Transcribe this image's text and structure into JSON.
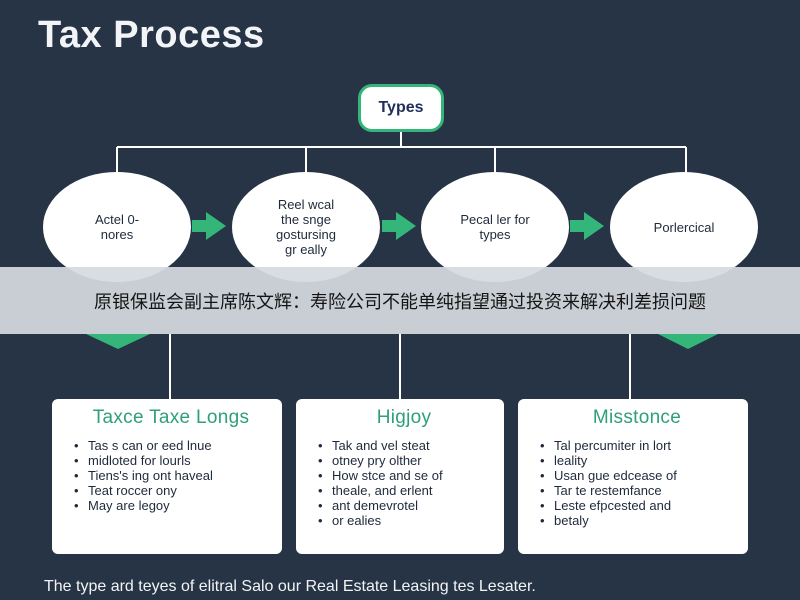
{
  "title": "Tax Process",
  "root_node": {
    "label": "Types"
  },
  "circles": [
    {
      "label": "Actel 0-\nnores"
    },
    {
      "label": "Reel wcal\nthe snge\ngostursing\ngr eally"
    },
    {
      "label": "Pecal ler for\ntypes"
    },
    {
      "label": "Porlercical"
    }
  ],
  "banner": {
    "text": "原银保监会副主席陈文辉：寿险公司不能单纯指望通过投资来解决利差损问题"
  },
  "cards": [
    {
      "title": "Taxce Taxe Longs",
      "items": [
        "Tas s can or eed lnue",
        "midloted for lourls",
        "Tiens's ing ont haveal",
        "Teat roccer ony",
        "May are legoy"
      ]
    },
    {
      "title": "Higjoy",
      "items": [
        "Tak and vel steat",
        "otney pry olther",
        "How stce and se of",
        "theale, and erlent",
        "ant demevrotel",
        "or ealies"
      ]
    },
    {
      "title": "Misstonce",
      "items": [
        "Tal percumiter in lort",
        "leality",
        "Usan gue edcease of",
        "Tar te restemfance",
        "Leste efpcested and",
        "betaly"
      ]
    }
  ],
  "caption": "The type ard teyes of elitral Salo our Real Estate Leasing tes Lesater.",
  "colors": {
    "background": "#263445",
    "accent_green": "#34b57a",
    "card_title": "#2f9f7a",
    "banner": "#d6dae0"
  },
  "icons": [
    "arrow-right-icon",
    "arrow-down-icon",
    "bullet-icon"
  ]
}
